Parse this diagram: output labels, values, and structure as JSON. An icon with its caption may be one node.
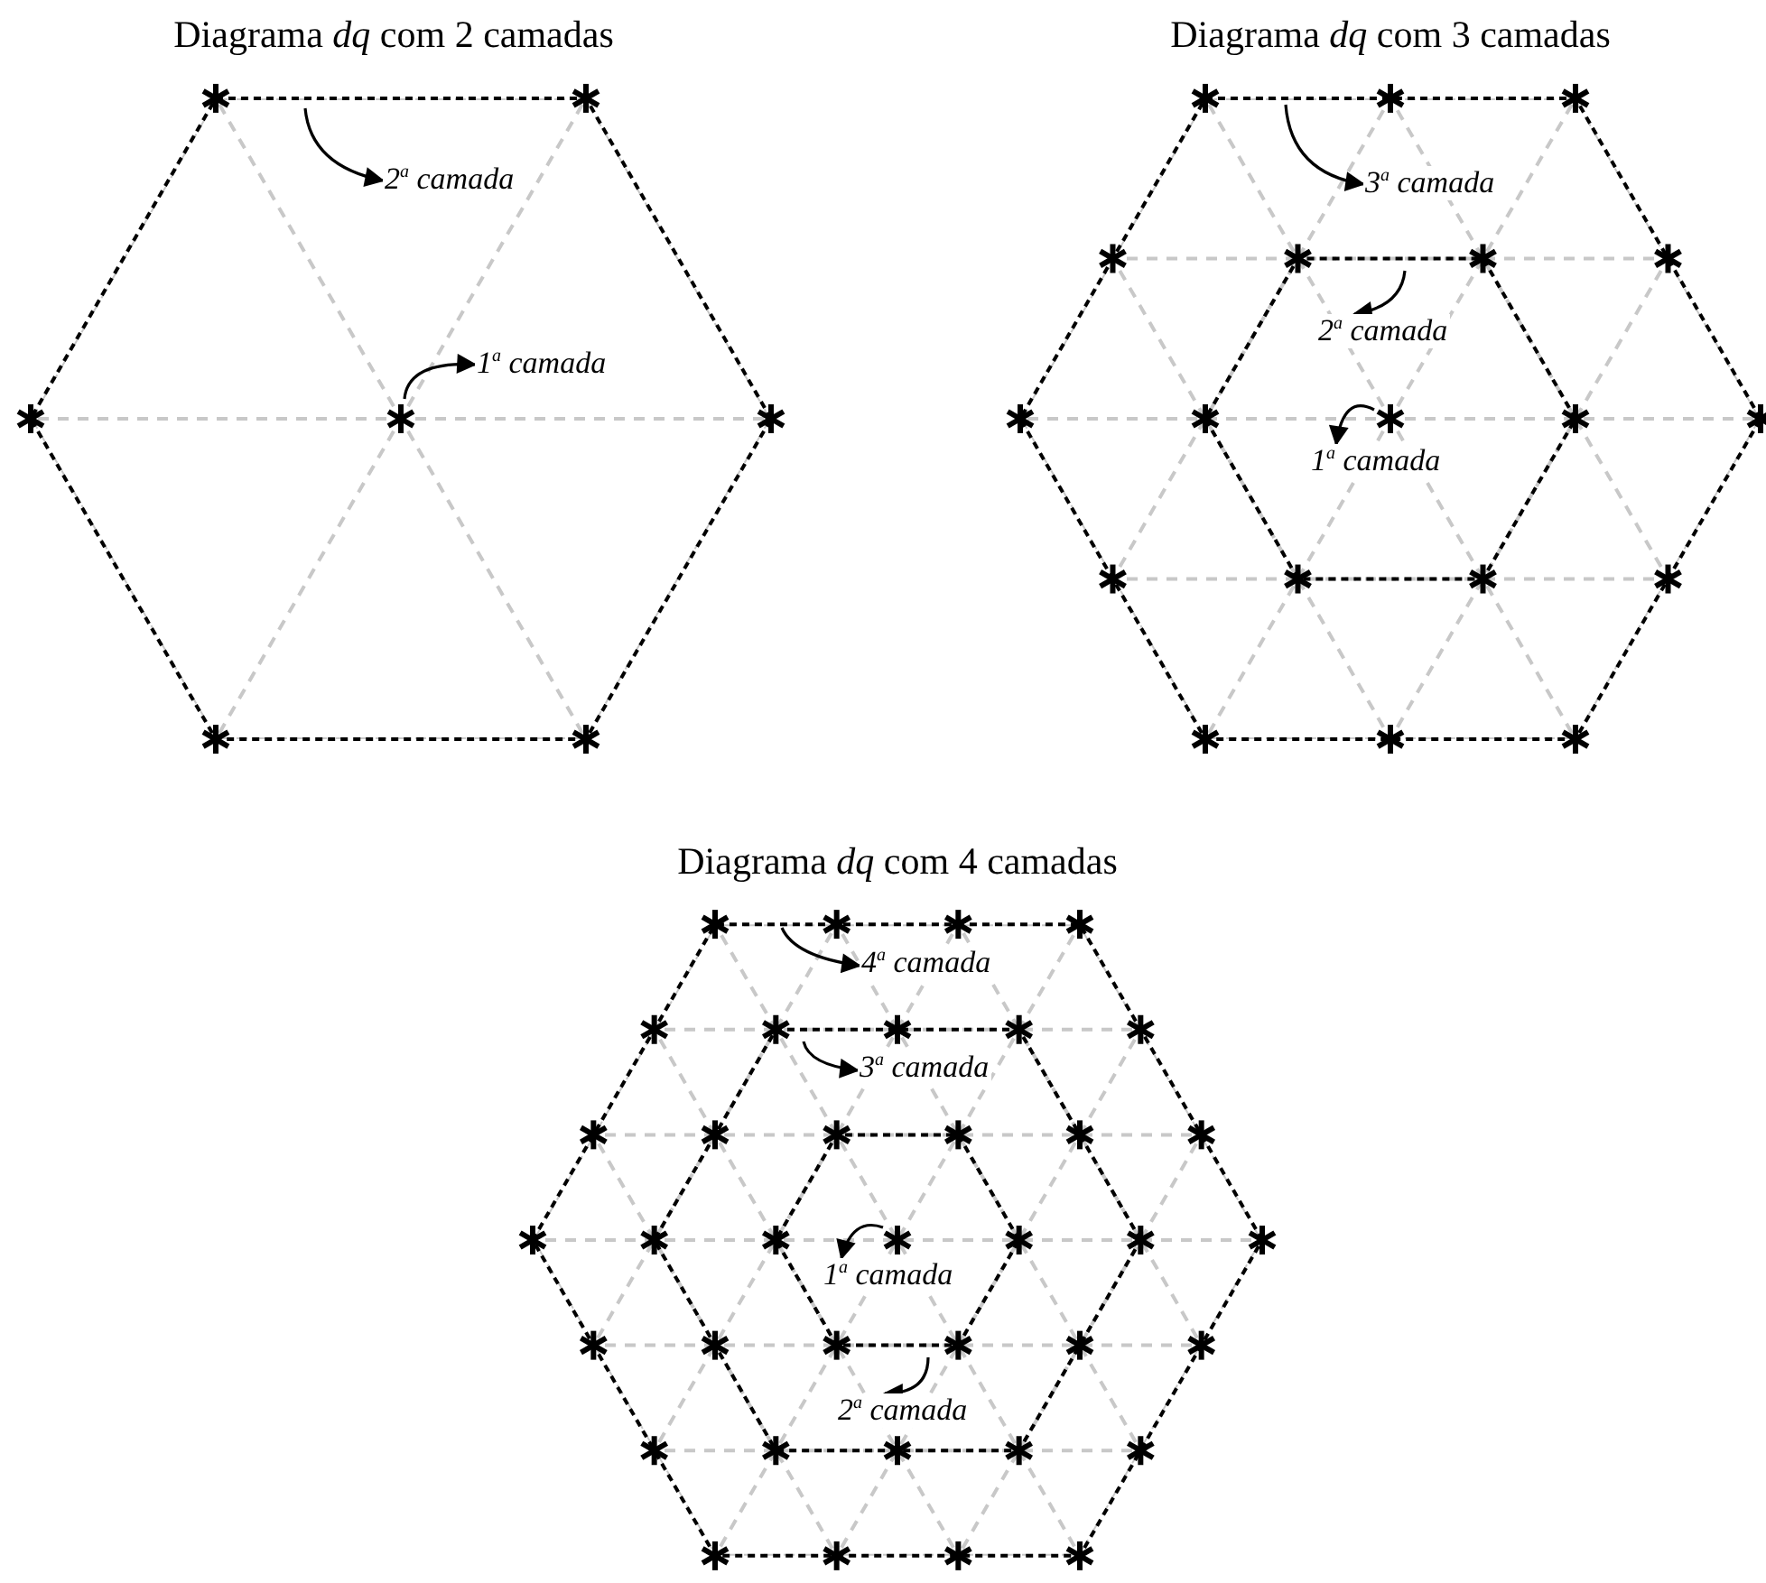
{
  "diagram": {
    "nodes": [
      {
        "text": [
          "2$^{a}$ camada"
        ]
      },
      {
        "text": [
          "1$^{a}$ camada"
        ]
      },
      {
        "text": [
          "3$^{a}$ camada"
        ]
      },
      {
        "text": [
          "2$^{a}$ camada"
        ]
      },
      {
        "text": [
          "1$^{a}$ camada"
        ]
      },
      {
        "text": [
          "4$^{a}$ camada"
        ]
      },
      {
        "text": [
          "3$^{a}$ camada"
        ]
      },
      {
        "text": [
          "1$^{a}$ camada"
        ]
      },
      {
        "text": [
          "2$^{a}$ camada"
        ]
      }
    ],
    "edges": [
      {
        "from": null,
        "to": 0,
        "arrow": "to"
      },
      {
        "from": null,
        "to": 1,
        "arrow": "to"
      },
      {
        "from": null,
        "to": 2,
        "arrow": "to"
      },
      {
        "from": null,
        "to": 3,
        "arrow": "to"
      },
      {
        "from": null,
        "to": 4,
        "arrow": "to"
      },
      {
        "from": null,
        "to": 5,
        "arrow": "to"
      },
      {
        "from": null,
        "to": 6,
        "arrow": "to"
      },
      {
        "from": null,
        "to": 7,
        "arrow": "to"
      },
      {
        "from": null,
        "to": 8,
        "arrow": "to"
      }
    ],
    "labels": [
      "Diagrama *dq* com 2 camadas",
      "Diagrama *dq* com 3 camadas",
      "Diagrama *dq* com 4 camadas"
    ]
  }
}
